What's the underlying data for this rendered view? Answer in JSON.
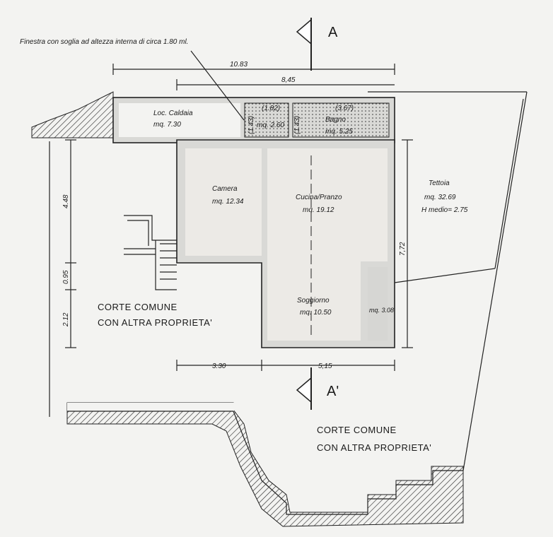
{
  "note": "Finestra con soglia ad altezza interna di circa 1.80 ml.",
  "section_marks": {
    "top": "A",
    "bottom": "A'"
  },
  "dimensions": {
    "total_width": "10.83",
    "inner_width": "8,45",
    "left_depth_1": "4.48",
    "left_depth_2": "0.95",
    "left_depth_3": "2.12",
    "right_depth": "7,72",
    "bottom_left": "3.30",
    "bottom_right": "5,15",
    "wc_width": "(1.82)",
    "bath_width": "(3.67)",
    "wc_depth": "(1.43)",
    "bath_depth": "(1.43)"
  },
  "rooms": [
    {
      "name": "Loc. Caldaia",
      "area": "mq. 7.30"
    },
    {
      "name": "",
      "area": "mq. 2.60"
    },
    {
      "name": "Bagno",
      "area": "mq. 5.25"
    },
    {
      "name": "Camera",
      "area": "mq. 12.34"
    },
    {
      "name": "Cucina/Pranzo",
      "area": "mq. 19.12"
    },
    {
      "name": "Soggiorno",
      "area": "mq. 10.50"
    },
    {
      "name": "",
      "area": "mq. 3.08"
    },
    {
      "name": "Tettoia",
      "area": "mq. 32.69",
      "extra": "H medio= 2.75"
    }
  ],
  "courtyards": [
    {
      "line1": "CORTE COMUNE",
      "line2": "CON ALTRA PROPRIETA'"
    },
    {
      "line1": "CORTE COMUNE",
      "line2": "CON ALTRA PROPRIETA'"
    }
  ]
}
